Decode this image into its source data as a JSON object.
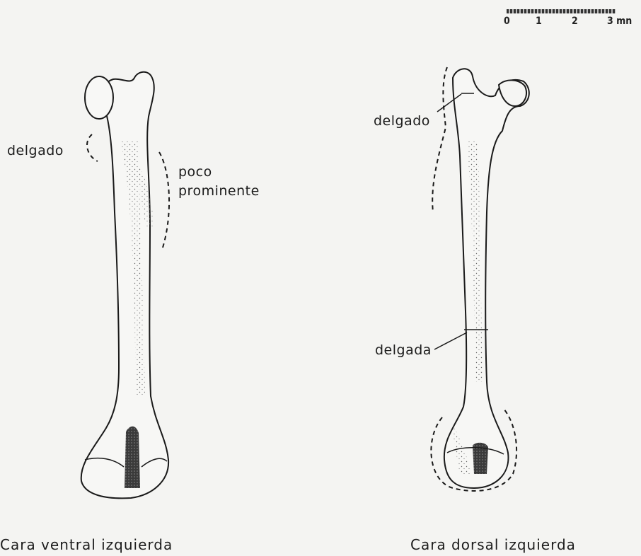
{
  "scale": {
    "ticks": [
      "0",
      "1",
      "2",
      "3 mn"
    ]
  },
  "left_view": {
    "label_thin": "delgado",
    "label_prominent_1": "poco",
    "label_prominent_2": "prominente",
    "caption": "Cara ventral izquierda"
  },
  "right_view": {
    "label_thin": "delgado",
    "label_thin_shaft": "delgada",
    "caption": "Cara dorsal izquierda"
  },
  "colors": {
    "paper": "#f4f4f2",
    "ink": "#1a1a1a",
    "stipple": "#6b6b6b"
  }
}
